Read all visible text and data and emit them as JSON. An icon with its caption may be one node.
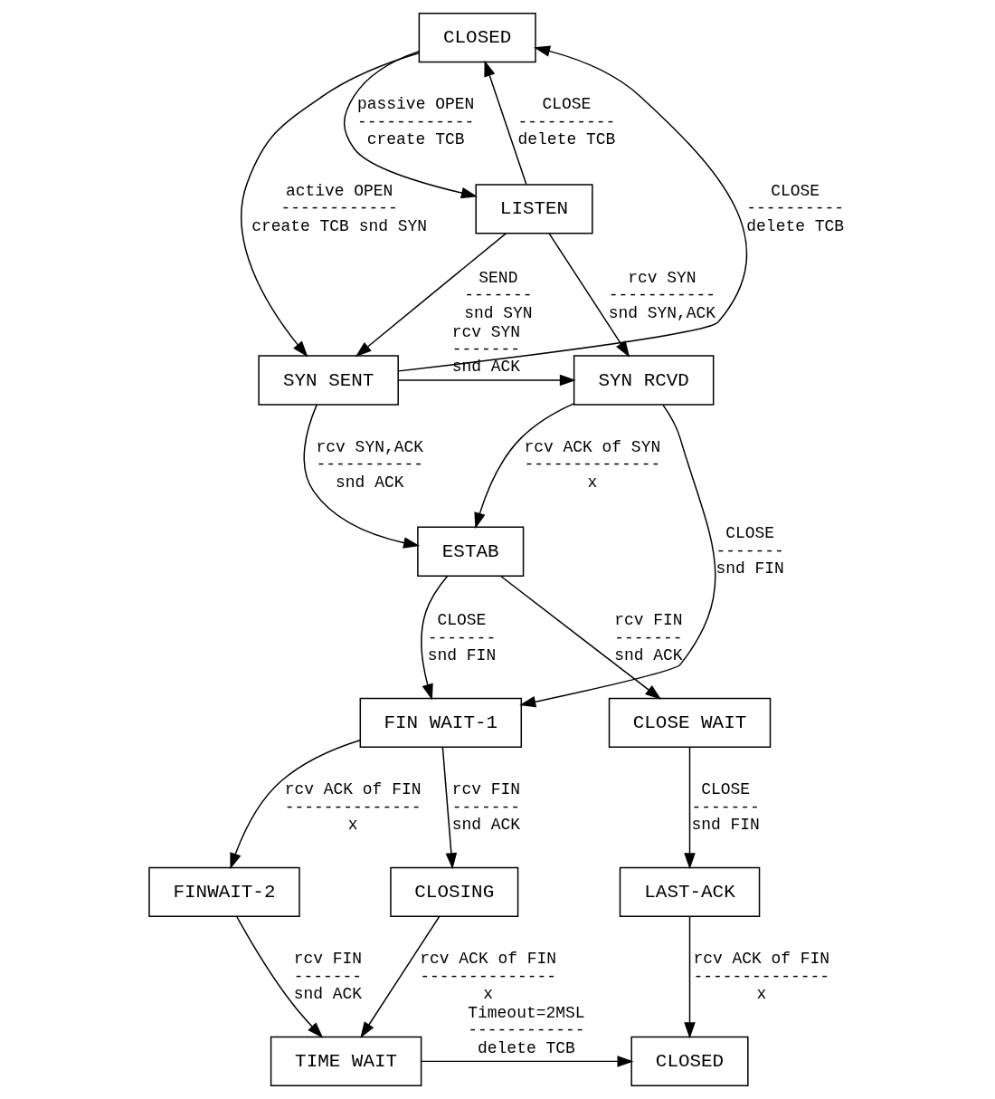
{
  "diagram": {
    "nodes": [
      {
        "text": [
          "CLOSED"
        ]
      },
      {
        "text": [
          "LISTEN"
        ]
      },
      {
        "text": [
          "SYN RCVD"
        ]
      },
      {
        "text": [
          "SYN SENT"
        ]
      },
      {
        "text": [
          "ESTAB"
        ]
      },
      {
        "text": [
          "FIN WAIT-1"
        ]
      },
      {
        "text": [
          "CLOSE WAIT"
        ]
      },
      {
        "text": [
          "FINWAIT-2"
        ]
      },
      {
        "text": [
          "CLOSING"
        ]
      },
      {
        "text": [
          "LAST-ACK"
        ]
      },
      {
        "text": [
          "TIME WAIT"
        ]
      },
      {
        "text": [
          "CLOSED"
        ]
      }
    ],
    "edges": [
      {
        "from": 0,
        "to": 1,
        "arrow": "to",
        "label": "passive OPEN ------------ create TCB"
      },
      {
        "from": 1,
        "to": 0,
        "arrow": "to",
        "label": "CLOSE ---------- delete TCB"
      },
      {
        "from": 0,
        "to": 3,
        "arrow": "to",
        "label": "active OPEN ------------ create TCB snd SYN"
      },
      {
        "from": 3,
        "to": 0,
        "arrow": "to",
        "label": "CLOSE ---------- delete TCB"
      },
      {
        "from": 1,
        "to": 2,
        "arrow": "to",
        "label": "rcv SYN ----------- snd SYN,ACK"
      },
      {
        "from": 1,
        "to": 3,
        "arrow": "to",
        "label": "SEND ------- snd SYN"
      },
      {
        "from": 3,
        "to": 2,
        "arrow": "to",
        "label": "rcv SYN ------- snd ACK"
      },
      {
        "from": 2,
        "to": 4,
        "arrow": "to",
        "label": "rcv ACK of SYN -------------- x"
      },
      {
        "from": 3,
        "to": 4,
        "arrow": "to",
        "label": "rcv SYN,ACK ----------- snd ACK"
      },
      {
        "from": 2,
        "to": 5,
        "arrow": "to",
        "label": "CLOSE ------- snd FIN"
      },
      {
        "from": 4,
        "to": 5,
        "arrow": "to",
        "label": "CLOSE ------- snd FIN"
      },
      {
        "from": 4,
        "to": 6,
        "arrow": "to",
        "label": "rcv FIN ------- snd ACK"
      },
      {
        "from": 5,
        "to": 8,
        "arrow": "to",
        "label": "rcv FIN ------- snd ACK"
      },
      {
        "from": 5,
        "to": 7,
        "arrow": "to",
        "label": "rcv ACK of FIN -------------- x"
      },
      {
        "from": 6,
        "to": 9,
        "arrow": "to",
        "label": "CLOSE ------- snd FIN"
      },
      {
        "from": 7,
        "to": 10,
        "arrow": "to",
        "label": "rcv FIN ------- snd ACK"
      },
      {
        "from": 8,
        "to": 10,
        "arrow": "to",
        "label": "rcv ACK of FIN -------------- x"
      },
      {
        "from": 9,
        "to": 11,
        "arrow": "to",
        "label": "rcv ACK of FIN -------------- x"
      },
      {
        "from": 10,
        "to": 11,
        "arrow": "to",
        "label": "Timeout=2MSL ------------ delete TCB"
      }
    ]
  }
}
